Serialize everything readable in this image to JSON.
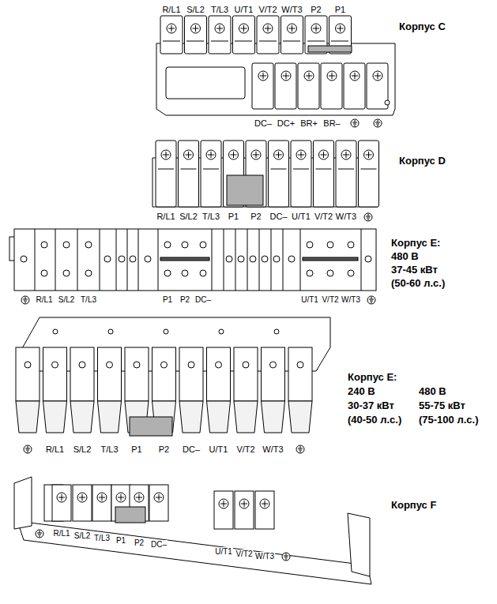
{
  "diagram": {
    "labels": [
      "R/L1",
      "S/L2",
      "T/L3",
      "U/T1",
      "V/T2",
      "W/T3",
      "P2",
      "P1",
      "DC–",
      "DC+",
      "BR+",
      "BR–",
      "Корпус C",
      "R/L1",
      "S/L2",
      "T/L3",
      "P1",
      "P2",
      "DC–",
      "U/T1",
      "V/T2",
      "W/T3",
      "Корпус D",
      "R/L1",
      "S/L2",
      "T/L3",
      "P1",
      "P2",
      "DC–",
      "U/T1",
      "V/T2",
      "W/T3",
      "Корпус E:",
      "480 В",
      "37-45 кВт",
      "(50-60 л.с.)",
      "R/L1",
      "S/L2",
      "T/L3",
      "P1",
      "P2",
      "DC–",
      "U/T1",
      "V/T2",
      "W/T3",
      "Корпус E:",
      "240 В",
      "30-37 кВт",
      "(40-50 л.с.)",
      "480 В",
      "55-75 кВт",
      "(75-100 л.с.)",
      "R/L1",
      "S/L2",
      "T/L3",
      "P1",
      "P2",
      "DC–",
      "U/T1",
      "V/T2",
      "W/T3",
      "Корпус F"
    ]
  }
}
